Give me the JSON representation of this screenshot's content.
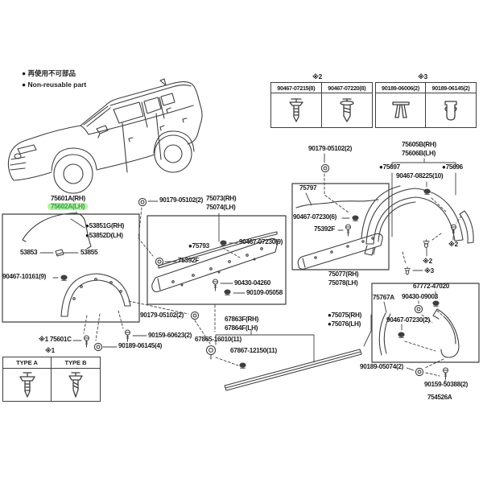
{
  "legend": {
    "line1": "● 再使用不可部品",
    "line2": "● Non-reusable part"
  },
  "diagram_code": "754526A",
  "colors": {
    "highlight_bg": "#b5f0a3",
    "highlight_text": "#2aa33c",
    "line": "#3f3f3f",
    "text": "#1c1c1c"
  },
  "tables": {
    "t2": {
      "tag": "※2",
      "cols": [
        "90467-07215(8)",
        "90467-07220(8)"
      ],
      "icons": [
        "push-rivet-clip-icon",
        "expansion-rivet-clip-icon"
      ]
    },
    "t3": {
      "tag": "※3",
      "cols": [
        "90189-06006(2)",
        "90189-06145(2)"
      ],
      "icons": [
        "two-prong-clip-icon",
        "box-grommet-clip-icon"
      ]
    },
    "t1": {
      "tag": "※1",
      "cols": [
        "TYPE A",
        "TYPE B"
      ],
      "icons": [
        "push-clip-type-a-icon",
        "push-clip-type-b-icon"
      ]
    }
  },
  "labels": {
    "win_rh": "75601A(RH)",
    "win_lh": "75602A(LH)",
    "g53851": "●53851G(RH)",
    "g53852": "●53852D(LH)",
    "p53853": "53853",
    "p53855": "53855",
    "p10161": "90467-10161(9)",
    "p75601c": "※1 75601C",
    "p06145": "90189-06145(4)",
    "p60623": "90159-60623(2)",
    "p05102_left": "90179-05102(2)",
    "p05102_mid": "90179-05102(2)",
    "p05102_right": "90179-05102(2)",
    "p75073": "75073(RH)",
    "p75074": "75074(LH)",
    "p75793": "●75793",
    "p75392f_mid": "75392F",
    "p75392f_right": "75392F",
    "p07230_9": "90467-07230(9)",
    "p07230_6": "90467-07230(6)",
    "p07230_2": "90467-07230(2)",
    "p04260": "90430-04260",
    "p05058": "90109-05058",
    "p75797": "75797",
    "p75077": "75077(RH)",
    "p75078": "75078(LH)",
    "p75605": "75605B(RH)",
    "p75606": "75606B(LH)",
    "p75697": "●75697",
    "p75696": "●75696",
    "p08225": "90467-08225(10)",
    "x2_a": "※2",
    "x2_b": "※2",
    "x3_a": "※3",
    "p75075": "●75075(RH)",
    "p75076": "●75076(LH)",
    "p67863": "67863F(RH)",
    "p67864": "67864F(LH)",
    "p67865": "67865-16010(11)",
    "p67867": "67867-12150(11)",
    "p67772": "67772-47020",
    "p09003": "90430-09003",
    "p75767a": "75767A",
    "p05074": "90189-05074(2)",
    "p50388": "90159-50388(2)"
  }
}
